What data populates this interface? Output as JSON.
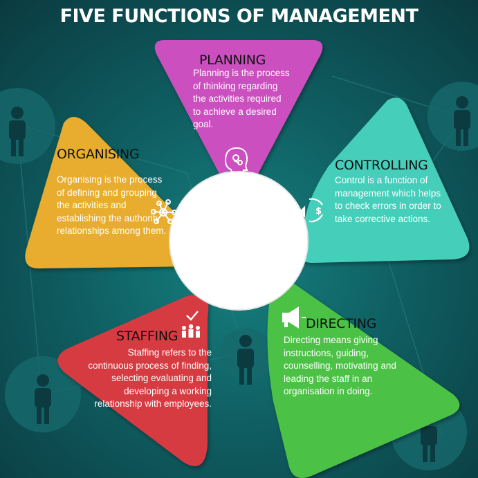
{
  "title": "FIVE FUNCTIONS OF MANAGEMENT",
  "sections": {
    "planning": {
      "heading": "PLANNING",
      "text": "Planning is the process of thinking regarding the activities required to achieve a desired goal.",
      "color": "#cc4fbf",
      "icon": "brain-head-icon"
    },
    "controlling": {
      "heading": "CONTROLLING",
      "text": "Control is a function of management which helps to check errors in order to take corrective actions.",
      "color": "#45cfbb",
      "icon": "money-cycle-icon"
    },
    "directing": {
      "heading": "DIRECTING",
      "text": "Directing means giving instructions, guiding, counselling, motivating and leading the staff in an organisation in doing.",
      "color": "#4cc244",
      "icon": "megaphone-icon"
    },
    "staffing": {
      "heading": "STAFFING",
      "text": "Staffing refers to the continuous process of finding, selecting evaluating and developing a working relationship with employees.",
      "color": "#d63a43",
      "icon": "team-check-icon"
    },
    "organising": {
      "heading": "ORGANISING",
      "text": "Organising is the process of defining and grouping the activities and establishing the authority relationships among them.",
      "color": "#e8ad2e",
      "icon": "network-icon"
    }
  },
  "colors": {
    "background": "#0f5f62",
    "center": "#ffffff"
  }
}
